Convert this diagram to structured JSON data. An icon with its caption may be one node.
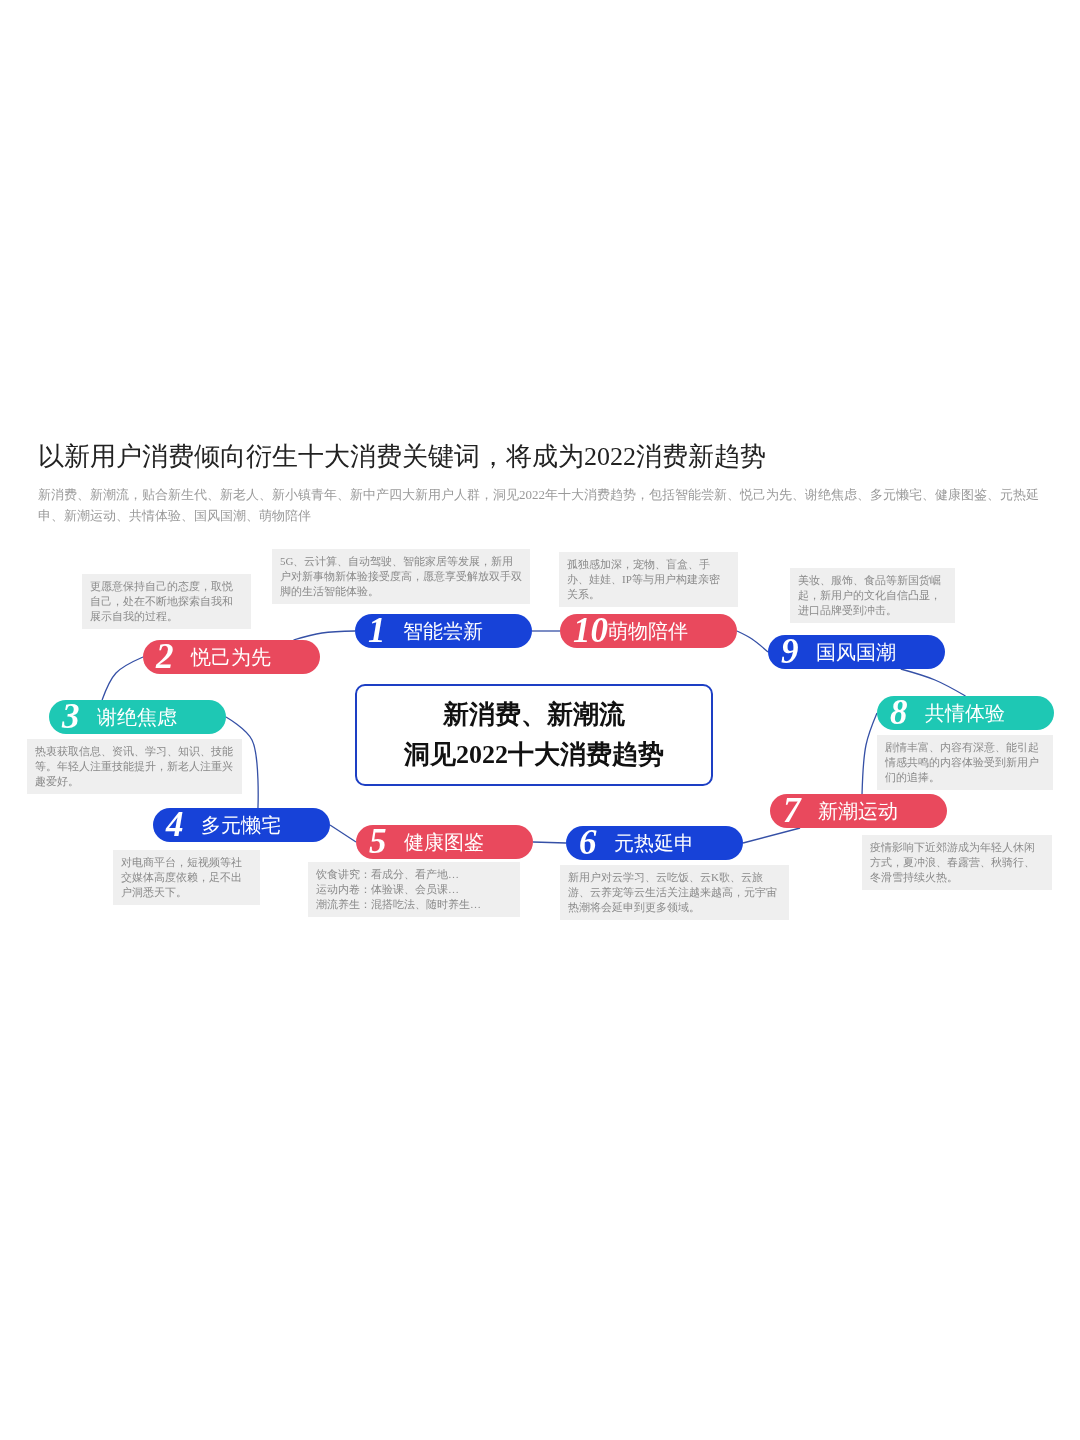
{
  "diagram": {
    "title": "以新用户消费倾向衍生十大消费关键词，将成为2022消费新趋势",
    "nodes": [
      {
        "text": [
          "新消费、新潮流",
          "洞见2022十大消费趋势"
        ]
      },
      {
        "text": [
          "1",
          "智能尝新"
        ]
      },
      {
        "text": [
          "5G、云计算、自动驾驶、智能家居等发展，新用户对新事物新体验接受度高，愿意享受解放双手双脚的生活智能体验。"
        ]
      },
      {
        "text": [
          "2",
          "悦己为先"
        ]
      },
      {
        "text": [
          "更愿意保持自己的态度，取悦自己，处在不断地探索自我和展示自我的过程。"
        ]
      },
      {
        "text": [
          "3",
          "谢绝焦虑"
        ]
      },
      {
        "text": [
          "热衷获取信息、资讯、学习、知识、技能等。年轻人注重技能提升，新老人注重兴趣爱好。"
        ]
      },
      {
        "text": [
          "4",
          "多元懒宅"
        ]
      },
      {
        "text": [
          "对电商平台，短视频等社交媒体高度依赖，足不出户洞悉天下。"
        ]
      },
      {
        "text": [
          "5",
          "健康图鉴"
        ]
      },
      {
        "text": [
          "饮食讲究：看成分、看产地…",
          "运动内卷：体验课、会员课…",
          "潮流养生：混搭吃法、随时养生…"
        ]
      },
      {
        "text": [
          "6",
          "元热延申"
        ]
      },
      {
        "text": [
          "新用户对云学习、云吃饭、云K歌、云旅游、云养宠等云生活关注越来越高，元宇宙热潮将会延申到更多领域。"
        ]
      },
      {
        "text": [
          "7",
          "新潮运动"
        ]
      },
      {
        "text": [
          "疫情影响下近郊游成为年轻人休闲方式，夏冲浪、春露营、秋骑行、冬滑雪持续火热。"
        ]
      },
      {
        "text": [
          "8",
          "共情体验"
        ]
      },
      {
        "text": [
          "剧情丰富、内容有深意、能引起情感共鸣的内容体验受到新用户们的追捧。"
        ]
      },
      {
        "text": [
          "9",
          "国风国潮"
        ]
      },
      {
        "text": [
          "美妆、服饰、食品等新国货崛起，新用户的文化自信凸显，进口品牌受到冲击。"
        ]
      },
      {
        "text": [
          "10",
          "萌物陪伴"
        ]
      },
      {
        "text": [
          "孤独感加深，宠物、盲盒、手办、娃娃、IP等与用户构建亲密关系。"
        ]
      }
    ],
    "edges": [
      {
        "from": 1,
        "to": 3,
        "arrow": "none"
      },
      {
        "from": 3,
        "to": 5,
        "arrow": "none"
      },
      {
        "from": 5,
        "to": 7,
        "arrow": "none"
      },
      {
        "from": 7,
        "to": 9,
        "arrow": "none"
      },
      {
        "from": 9,
        "to": 11,
        "arrow": "none"
      },
      {
        "from": 11,
        "to": 13,
        "arrow": "none"
      },
      {
        "from": 13,
        "to": 15,
        "arrow": "none"
      },
      {
        "from": 15,
        "to": 17,
        "arrow": "none"
      },
      {
        "from": 17,
        "to": 19,
        "arrow": "none"
      },
      {
        "from": 19,
        "to": 1,
        "arrow": "none"
      }
    ],
    "labels": [
      "新消费、新潮流，贴合新生代、新老人、新小镇青年、新中产四大新用户人群，洞见2022年十大消费趋势，包括智能尝新、悦己为先、谢绝焦虑、多元懒宅、健康图鉴、元热延申、新潮运动、共情体验、国风国潮、萌物陪伴"
    ]
  }
}
